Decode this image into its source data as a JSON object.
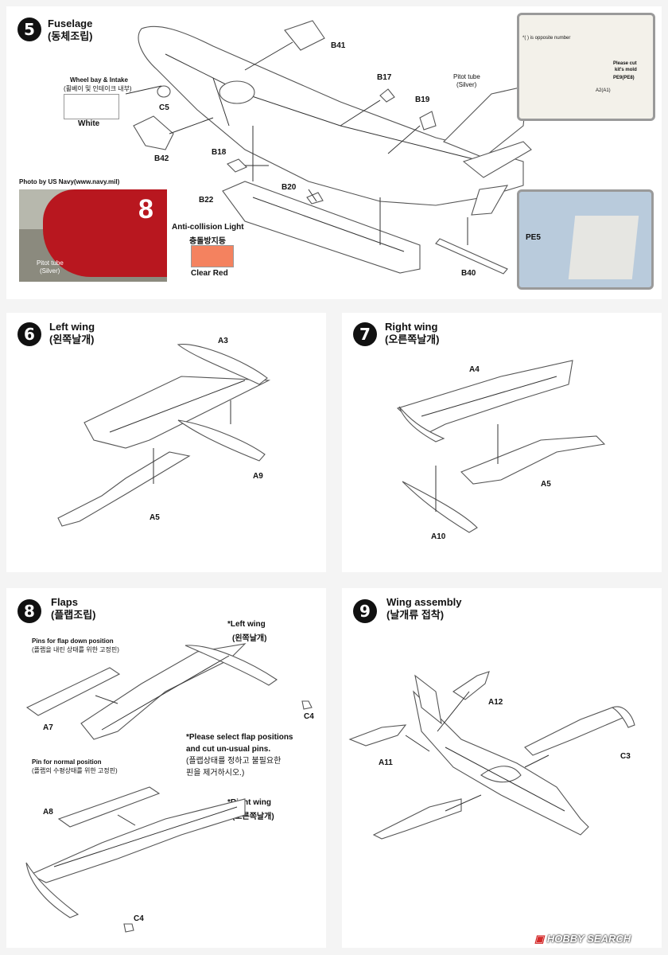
{
  "step5": {
    "number": "5",
    "title": "Fuselage",
    "title_kr": "(동체조립)",
    "wheel_bay_label": "Wheel bay & Intake",
    "wheel_bay_label_kr": "(휠베이 및 인테이크 내부)",
    "white_label": "White",
    "parts": [
      "B41",
      "B17",
      "B19",
      "C5",
      "B18",
      "B42",
      "B20",
      "B22",
      "B40"
    ],
    "pitot_label": "Pitot tube",
    "pitot_color": "(Silver)",
    "photo_credit": "Photo by US Navy(www.navy.mil)",
    "photo_pitot_label": "Pitot tube",
    "photo_pitot_color": "(Silver)",
    "anticollision_label": "Anti-collision Light",
    "anticollision_label_kr": "충돌방지등",
    "clear_red_label": "Clear Red",
    "inset_note_1": "*( ) is opposite number",
    "inset_note_2": "Please cut",
    "inset_note_3": "kit's mold",
    "inset_parts_1": "PE9(PE8)",
    "inset_parts_2": "A2(A1)",
    "inset_pe_label": "PE5"
  },
  "step6": {
    "number": "6",
    "title": "Left wing",
    "title_kr": "(왼쪽날개)",
    "parts": [
      "A3",
      "A9",
      "A5"
    ]
  },
  "step7": {
    "number": "7",
    "title": "Right wing",
    "title_kr": "(오른쪽날개)",
    "parts": [
      "A4",
      "A5",
      "A10"
    ]
  },
  "step8": {
    "number": "8",
    "title": "Flaps",
    "title_kr": "(플랩조립)",
    "pins_down": "Pins for flap down position",
    "pins_down_kr": "(플랩을 내린 상태를 위한 고정핀)",
    "pins_normal": "Pin for normal position",
    "pins_normal_kr": "(플랩의 수평상태를 위한 고정핀)",
    "left_wing": "*Left wing",
    "left_wing_kr": "(왼쪽날개)",
    "right_wing": "*Right wing",
    "right_wing_kr": "(오른쪽날개)",
    "select_note_1": "*Please select flap positions",
    "select_note_2": "and cut un-usual pins.",
    "select_note_3": "(플랩상태를 정하고 불필요한",
    "select_note_4": "핀을 제거하시오.)",
    "parts": [
      "A7",
      "C4",
      "A8",
      "C4"
    ]
  },
  "step9": {
    "number": "9",
    "title": "Wing assembly",
    "title_kr": "(날개류 접착)",
    "parts": [
      "A12",
      "A11",
      "C3"
    ]
  },
  "watermark": "HOBBY SEARCH",
  "colors": {
    "white": "#ffffff",
    "clear_red": "#f4825f"
  }
}
